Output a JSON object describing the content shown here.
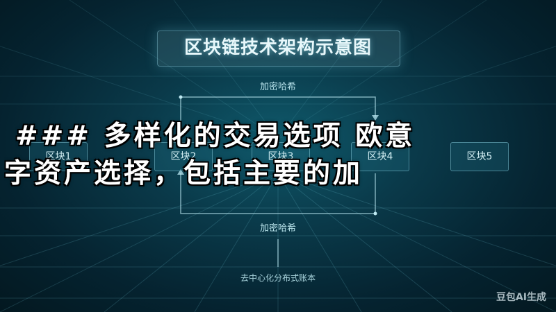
{
  "diagram": {
    "title": "区块链技术架构示意图",
    "top_arrow_label": "加密哈希",
    "bottom_arrow_label": "加密哈希",
    "blocks": [
      "区块1",
      "区块2",
      "区块3",
      "区块4",
      "区块5"
    ],
    "footer_label": "去中心化分布式账本"
  },
  "overlay_text": {
    "line1": "### 多样化的交易选项 欧意",
    "line2": "字资产选择，包括主要的加"
  },
  "watermark": "豆包AI生成",
  "colors": {
    "background": "#052330",
    "accent": "#9fe3f0",
    "text": "#ffffff"
  }
}
